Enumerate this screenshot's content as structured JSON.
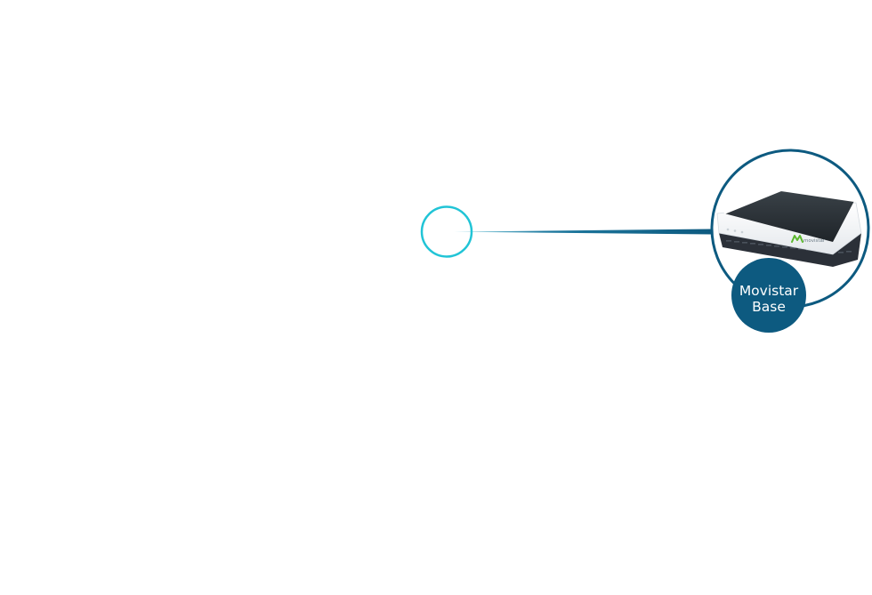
{
  "product": {
    "label_line1": "Movistar",
    "label_line2": "Base",
    "brand_mark": "movistar",
    "icon": "router-device-icon"
  },
  "colors": {
    "hotspot_ring": "#21c4d6",
    "connector_start": "#8fd8e6",
    "connector_end": "#0d5a80",
    "frame_ring": "#0d5a80",
    "label_badge": "#0d5a80",
    "label_text": "#ffffff",
    "device_top": "#2a3036",
    "device_body": "#f2f4f6",
    "device_base": "#2b3038",
    "brand_green": "#5cb82e"
  }
}
